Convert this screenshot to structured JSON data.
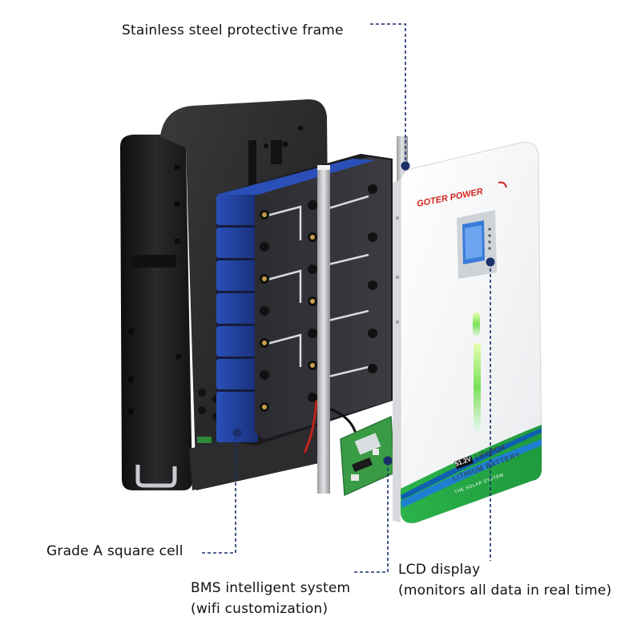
{
  "callouts": {
    "frame": {
      "label": "Stainless steel protective frame"
    },
    "cell": {
      "label": "Grade A square cell"
    },
    "bms": {
      "line1": "BMS intelligent system",
      "line2": "(wifi customization)"
    },
    "lcd": {
      "line1": "LCD display",
      "line2": "(monitors all data in real time)"
    }
  },
  "product": {
    "brand": "GOTER POWER",
    "voltage_badge": "51.2V",
    "chemistry": "LiFePO4",
    "type": "LITHIUM BATTERY",
    "system": "THE SOLAR SYSTEM"
  },
  "colors": {
    "cell_blue": "#1f3f9c",
    "leader_line": "#1c2f6b",
    "brand_red": "#d4231b",
    "accent_green": "#2bb34a",
    "accent_blue": "#1e7fd0",
    "housing_black": "#1b1b1d"
  }
}
